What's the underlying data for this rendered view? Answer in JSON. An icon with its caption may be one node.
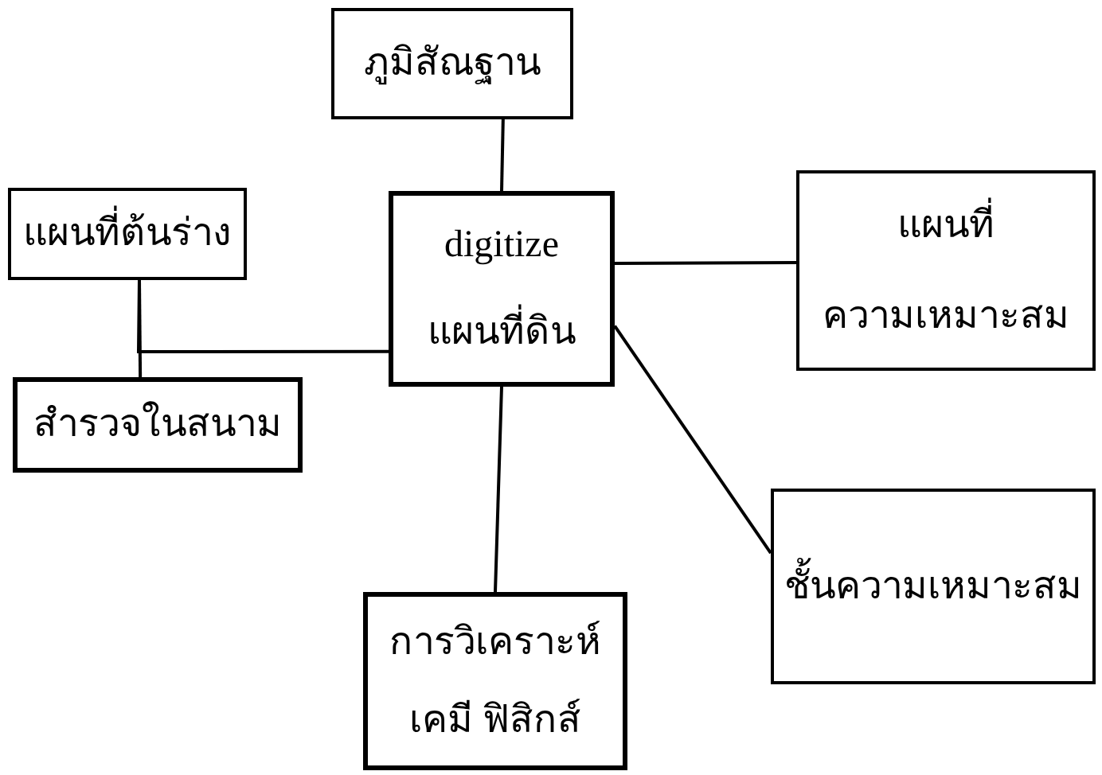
{
  "diagram": {
    "nodes": [
      {
        "text": [
          "ภูมิสัณฐาน"
        ]
      },
      {
        "text": [
          "แผนที่ต้นร่าง"
        ]
      },
      {
        "text": [
          "digitize",
          "แผนที่ดิน"
        ]
      },
      {
        "text": [
          "สำรวจในสนาม"
        ]
      },
      {
        "text": [
          "แผนที่",
          "ความเหมาะสม"
        ]
      },
      {
        "text": [
          "ชั้นความเหมาะสม"
        ]
      },
      {
        "text": [
          "การวิเคราะห์",
          "เคมี ฟิสิกส์"
        ]
      }
    ],
    "edges": [
      {
        "from": 0,
        "to": 2,
        "arrow": "none"
      },
      {
        "from": 1,
        "to": 3,
        "arrow": "none"
      },
      {
        "from": 1,
        "to": 2,
        "arrow": "none"
      },
      {
        "from": 2,
        "to": 4,
        "arrow": "none"
      },
      {
        "from": 2,
        "to": 5,
        "arrow": "none"
      },
      {
        "from": 2,
        "to": 6,
        "arrow": "none"
      }
    ]
  }
}
